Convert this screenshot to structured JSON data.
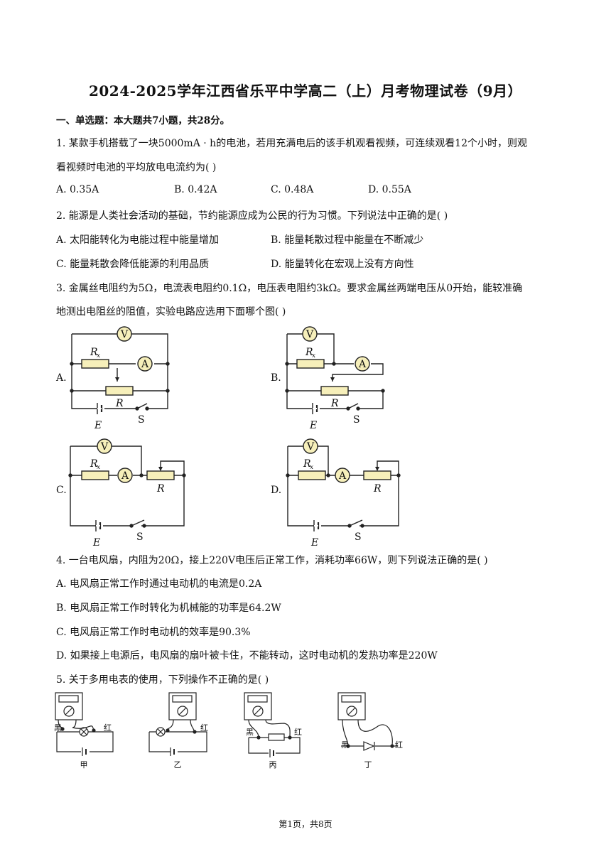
{
  "title": "2024-2025学年江西省乐平中学高二（上）月考物理试卷（9月）",
  "section1": "一、单选题：本大题共7小题，共28分。",
  "q1": {
    "line1": "1. 某款手机搭载了一块5000mA · h的电池，若用充满电后的该手机观看视频，可连续观看12个小时，则观",
    "line2": "看视频时电池的平均放电电流约为(    )",
    "options": [
      "A. 0.35A",
      "B. 0.42A",
      "C. 0.48A",
      "D. 0.55A"
    ]
  },
  "q2": {
    "stem": "2. 能源是人类社会活动的基础，节约能源应成为公民的行为习惯。下列说法中正确的是(    )",
    "options": [
      "A. 太阳能转化为电能过程中能量增加",
      "B. 能量耗散过程中能量在不断减少",
      "C. 能量耗散会降低能源的利用品质",
      "D. 能量转化在宏观上没有方向性"
    ]
  },
  "q3": {
    "line1": "3. 金属丝电阻约为5Ω，电流表电阻约0.1Ω，电压表电阻约3kΩ。要求金属丝两端电压从0开始，能较准确",
    "line2": "地测出电阻丝的阻值，实验电路应选用下面哪个图(    )",
    "figure_labels": [
      "A.",
      "B.",
      "C.",
      "D."
    ],
    "symbols": {
      "voltmeter": "V",
      "ammeter": "A",
      "rx": "R",
      "rx_sub": "x",
      "rheostat": "R",
      "emf": "E",
      "switch": "S"
    }
  },
  "q4": {
    "stem": "4. 一台电风扇，内阻为20Ω，接上220V电压后正常工作，消耗功率66W，则下列说法正确的是(    )",
    "options": [
      "A. 电风扇正常工作时通过电动机的电流是0.2A",
      "B. 电风扇正常工作时转化为机械能的功率是64.2W",
      "C. 电风扇正常工作时电动机的效率是90.3%",
      "D. 如果接上电源后，电风扇的扇叶被卡住，不能转动，这时电动机的发热功率是220W"
    ]
  },
  "q5": {
    "stem": "5. 关于多用电表的使用，下列操作不正确的是(    )",
    "probe_black": "黑",
    "probe_red": "红",
    "captions": [
      "甲",
      "乙",
      "丙",
      "丁"
    ]
  },
  "footer": "第1页，共8页"
}
